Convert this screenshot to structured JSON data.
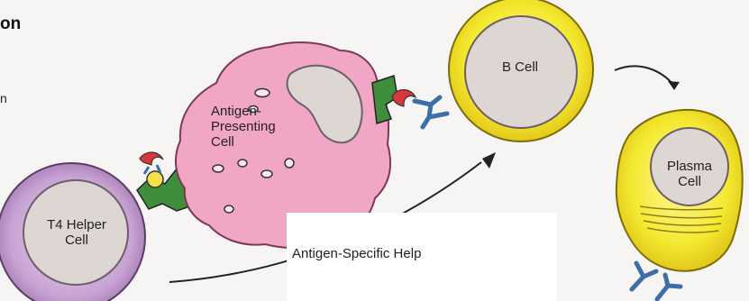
{
  "heading": "on",
  "side_text": "n",
  "cells": {
    "b_cell": "B Cell",
    "apc_line1": "Antigen-",
    "apc_line2": "Presenting",
    "apc_line3": "Cell",
    "t4_line1": "T4 Helper",
    "t4_line2": "Cell",
    "plasma_line1": "Plasma",
    "plasma_line2": "Cell"
  },
  "help_label": "Antigen-Specific Help",
  "colors": {
    "apc_pink": "#f2a6c6",
    "t4_purple": "#c7a2d3",
    "b_yellow": "#f4e92f",
    "nucleus": "#ded6d2",
    "receptor_green": "#3f8e3c",
    "antibody_blue": "#3d6ea8",
    "antigen_red": "#d9363e"
  }
}
